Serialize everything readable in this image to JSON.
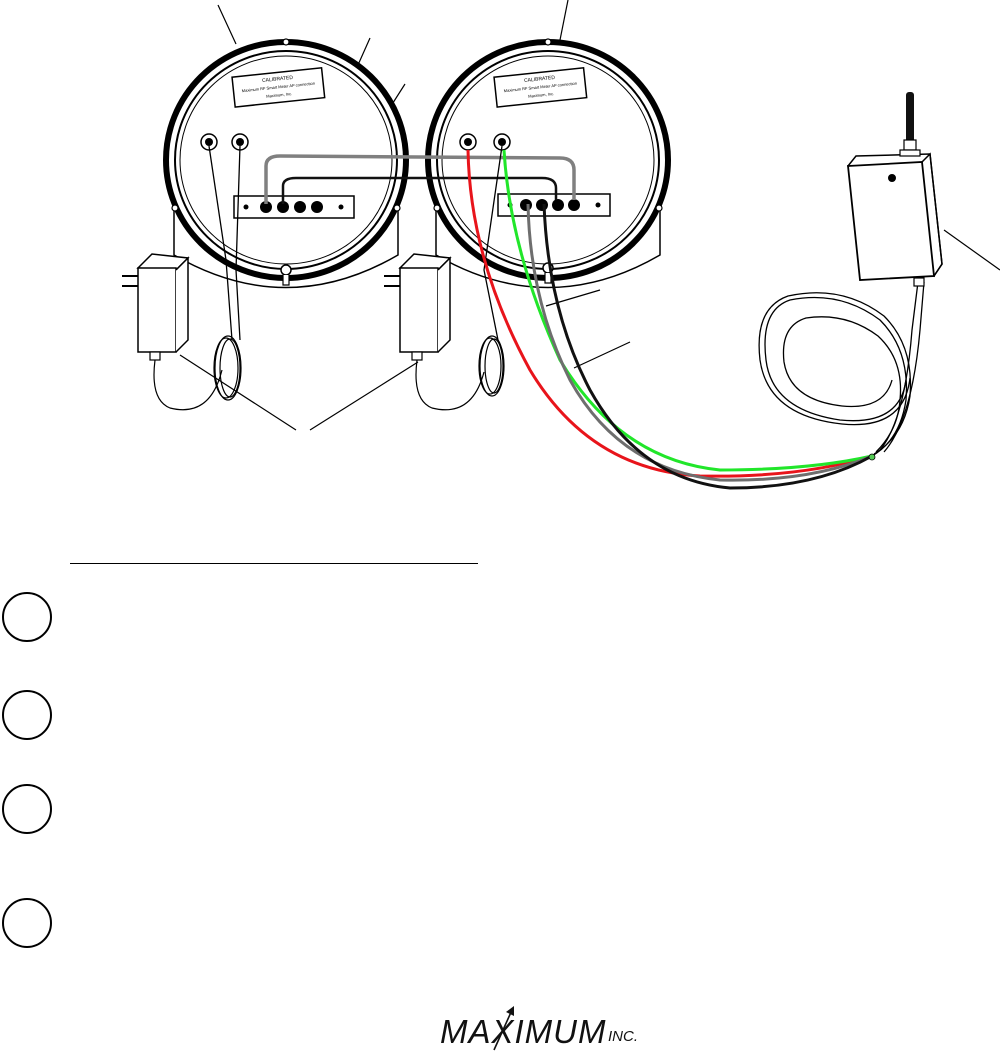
{
  "diagram": {
    "meter_left": {
      "label_line1": "CALIBRATED",
      "label_line2": "Maximum RF Smart Meter AP connection",
      "label_line3": "Maximum, Inc."
    },
    "meter_right": {
      "label_line1": "CALIBRATED",
      "label_line2": "Maximum RF Smart Meter AP connection",
      "label_line3": "Maximum, Inc."
    },
    "wire_colors": {
      "red": "#e8141b",
      "green": "#21e62a",
      "gray": "#6e6e6e",
      "black": "#111111",
      "jumper": "#808080"
    }
  },
  "steps": [
    {
      "number": "",
      "text": ""
    },
    {
      "number": "",
      "text": ""
    },
    {
      "number": "",
      "text": ""
    },
    {
      "number": "",
      "text": ""
    }
  ],
  "logo": {
    "name": "MAXIMUM",
    "suffix": "INC."
  }
}
